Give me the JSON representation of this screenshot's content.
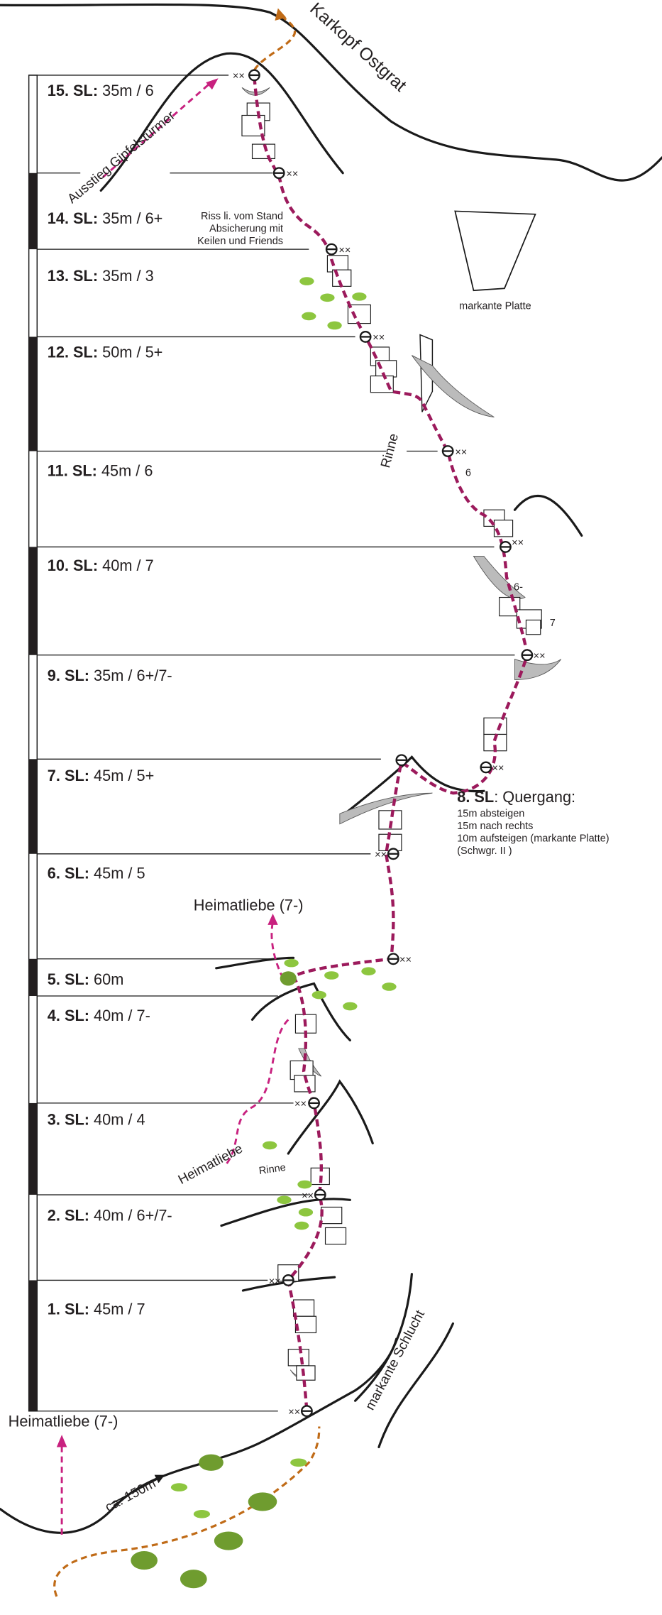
{
  "pitches": [
    {
      "num": "15. SL:",
      "info": " 35m / 6"
    },
    {
      "num": "14. SL:",
      "info": " 35m / 6+"
    },
    {
      "num": "13. SL:",
      "info": " 35m / 3"
    },
    {
      "num": "12. SL:",
      "info": " 50m / 5+"
    },
    {
      "num": "11. SL:",
      "info": " 45m / 6"
    },
    {
      "num": "10. SL:",
      "info": " 40m / 7"
    },
    {
      "num": "9. SL:",
      "info": " 35m / 6+/7-"
    },
    {
      "num": "7. SL:",
      "info": " 45m / 5+"
    },
    {
      "num": "6. SL:",
      "info": " 45m / 5"
    },
    {
      "num": "5. SL:",
      "info": " 60m"
    },
    {
      "num": "4. SL:",
      "info": " 40m / 7-"
    },
    {
      "num": "3. SL:",
      "info": " 40m / 4"
    },
    {
      "num": "2. SL:",
      "info": " 40m / 6+/7-"
    },
    {
      "num": "1. SL:",
      "info": " 45m / 7"
    }
  ],
  "pitch8": {
    "num": "8. SL",
    "title": ": Quergang:",
    "lines": [
      "15m absteigen",
      "15m nach rechts",
      "10m aufsteigen (markante Platte)",
      "(Schwgr. II )"
    ]
  },
  "annotations": {
    "ridge": "Karkopf Ostgrat",
    "exit": "Ausstieg Gipfelstürmer",
    "crack": [
      "Riss li. vom Stand",
      "Absicherung mit",
      "Keilen und Friends"
    ],
    "slab": "markante Platte",
    "gully_upper": "Rinne",
    "gully_lower": "Rinne",
    "grade_6": "6",
    "grade_6minus": "6-",
    "grade_7": "7",
    "heimatliebe_upper": "Heimatliebe (7-)",
    "heimatliebe_mid": "Heimatliebe",
    "heimatliebe_lower": "Heimatliebe (7-)",
    "approach": "ca. 150m",
    "gorge": "markante Schlucht",
    "bolts": "××"
  },
  "colors": {
    "route": "#9c1a5c",
    "variant": "#c8217f",
    "approach": "#c06b17",
    "bush": "#8dc63f"
  }
}
